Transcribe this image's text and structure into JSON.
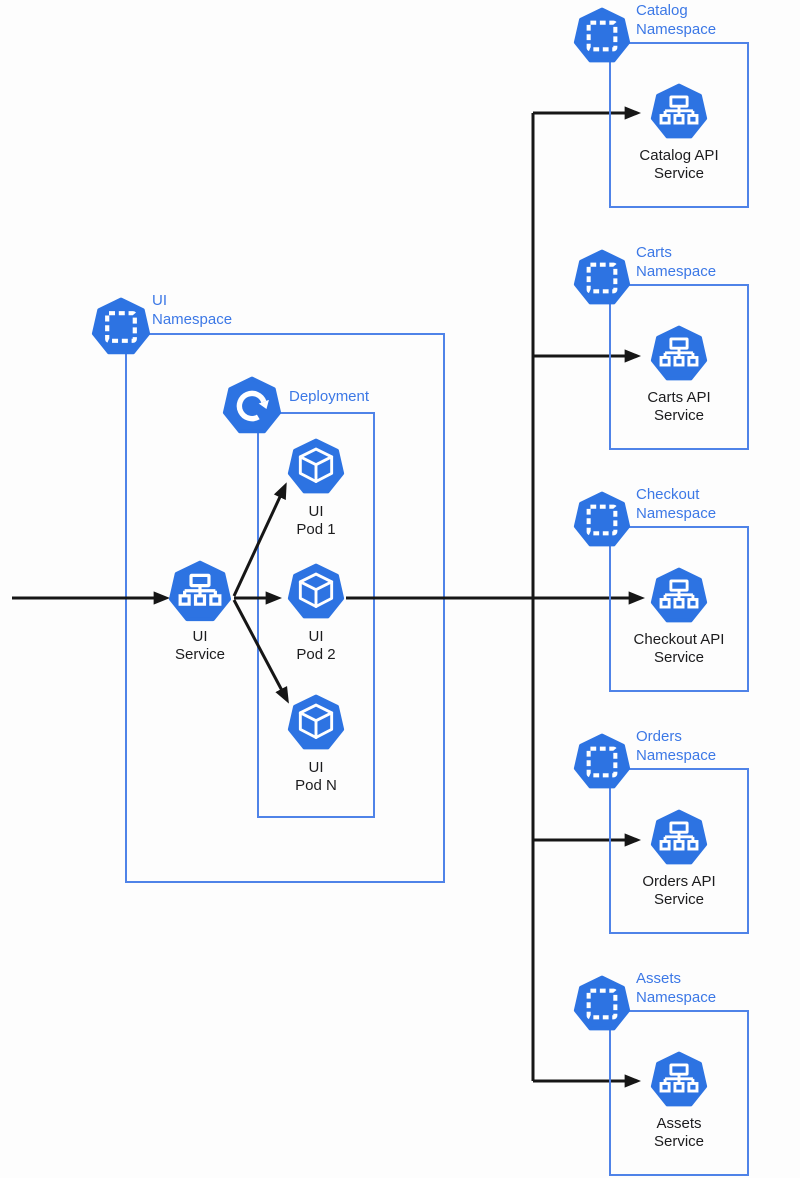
{
  "colors": {
    "icon_blue": "#2d73e2",
    "label_blue": "#3c78e6",
    "box_border_blue": "#4f83e8",
    "arrow_black": "#161616",
    "text_black": "#1c1c1e",
    "background": "#fdfdfd"
  },
  "icons": {
    "namespace": "heptagon-with-dashed-square",
    "service": "heptagon-with-sitemap",
    "deployment": "heptagon-with-rotating-arrow",
    "pod": "heptagon-with-cube"
  },
  "left": {
    "namespace_label": "UI\nNamespace",
    "deployment_label": "Deployment",
    "service_label": "UI\nService",
    "pods": [
      {
        "label": "UI\nPod 1"
      },
      {
        "label": "UI\nPod 2"
      },
      {
        "label": "UI\nPod N"
      }
    ]
  },
  "right_namespaces": [
    {
      "namespace_label": "Catalog\nNamespace",
      "service_label": "Catalog API\nService"
    },
    {
      "namespace_label": "Carts\nNamespace",
      "service_label": "Carts API\nService"
    },
    {
      "namespace_label": "Checkout\nNamespace",
      "service_label": "Checkout API\nService"
    },
    {
      "namespace_label": "Orders\nNamespace",
      "service_label": "Orders API\nService"
    },
    {
      "namespace_label": "Assets\nNamespace",
      "service_label": "Assets\nService"
    }
  ]
}
